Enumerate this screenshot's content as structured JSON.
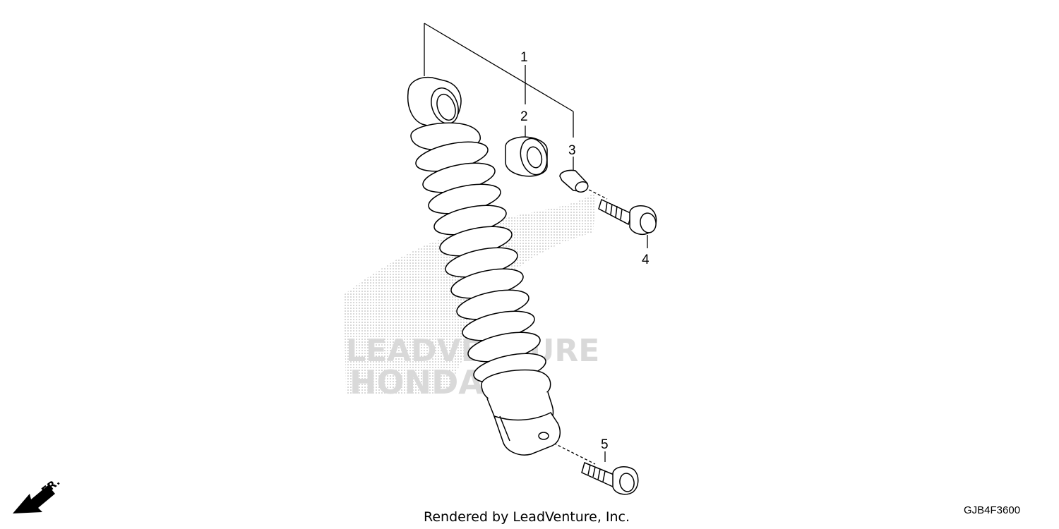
{
  "parts": [
    {
      "ref": "1"
    },
    {
      "ref": "2"
    },
    {
      "ref": "3"
    },
    {
      "ref": "4"
    },
    {
      "ref": "5"
    }
  ],
  "footer": {
    "credit": "Rendered by LeadVenture, Inc.",
    "diagram_code": "GJB4F3600"
  },
  "direction": {
    "label": "FR."
  },
  "watermark": {
    "brand_line_1": "LEADVENTURE",
    "brand_line_2": "HONDA"
  }
}
